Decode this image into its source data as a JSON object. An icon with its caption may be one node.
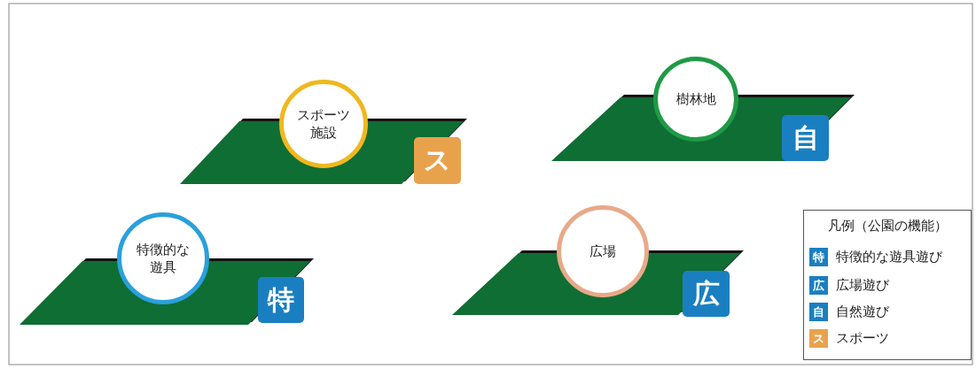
{
  "diagram": {
    "nodes": [
      {
        "text": [
          "スポーツ施設"
        ]
      },
      {
        "text": [
          "ス"
        ]
      },
      {
        "text": [
          "樹林地"
        ]
      },
      {
        "text": [
          "自"
        ]
      },
      {
        "text": [
          "特徴的な遊具"
        ]
      },
      {
        "text": [
          "特"
        ]
      },
      {
        "text": [
          "広場"
        ]
      },
      {
        "text": [
          "広"
        ]
      }
    ],
    "edges": [],
    "labels": [
      "凡例（公園の機能）",
      "特",
      "広",
      "自",
      "ス"
    ],
    "legend": [
      {
        "text": "特徴的な遊具遊び",
        "color": "#1a7fc1"
      },
      {
        "text": "広場遊び",
        "color": "#1a7fc1"
      },
      {
        "text": "自然遊び",
        "color": "#1a7fc1"
      },
      {
        "text": "スポーツ",
        "color": "#e9a24c"
      }
    ]
  }
}
